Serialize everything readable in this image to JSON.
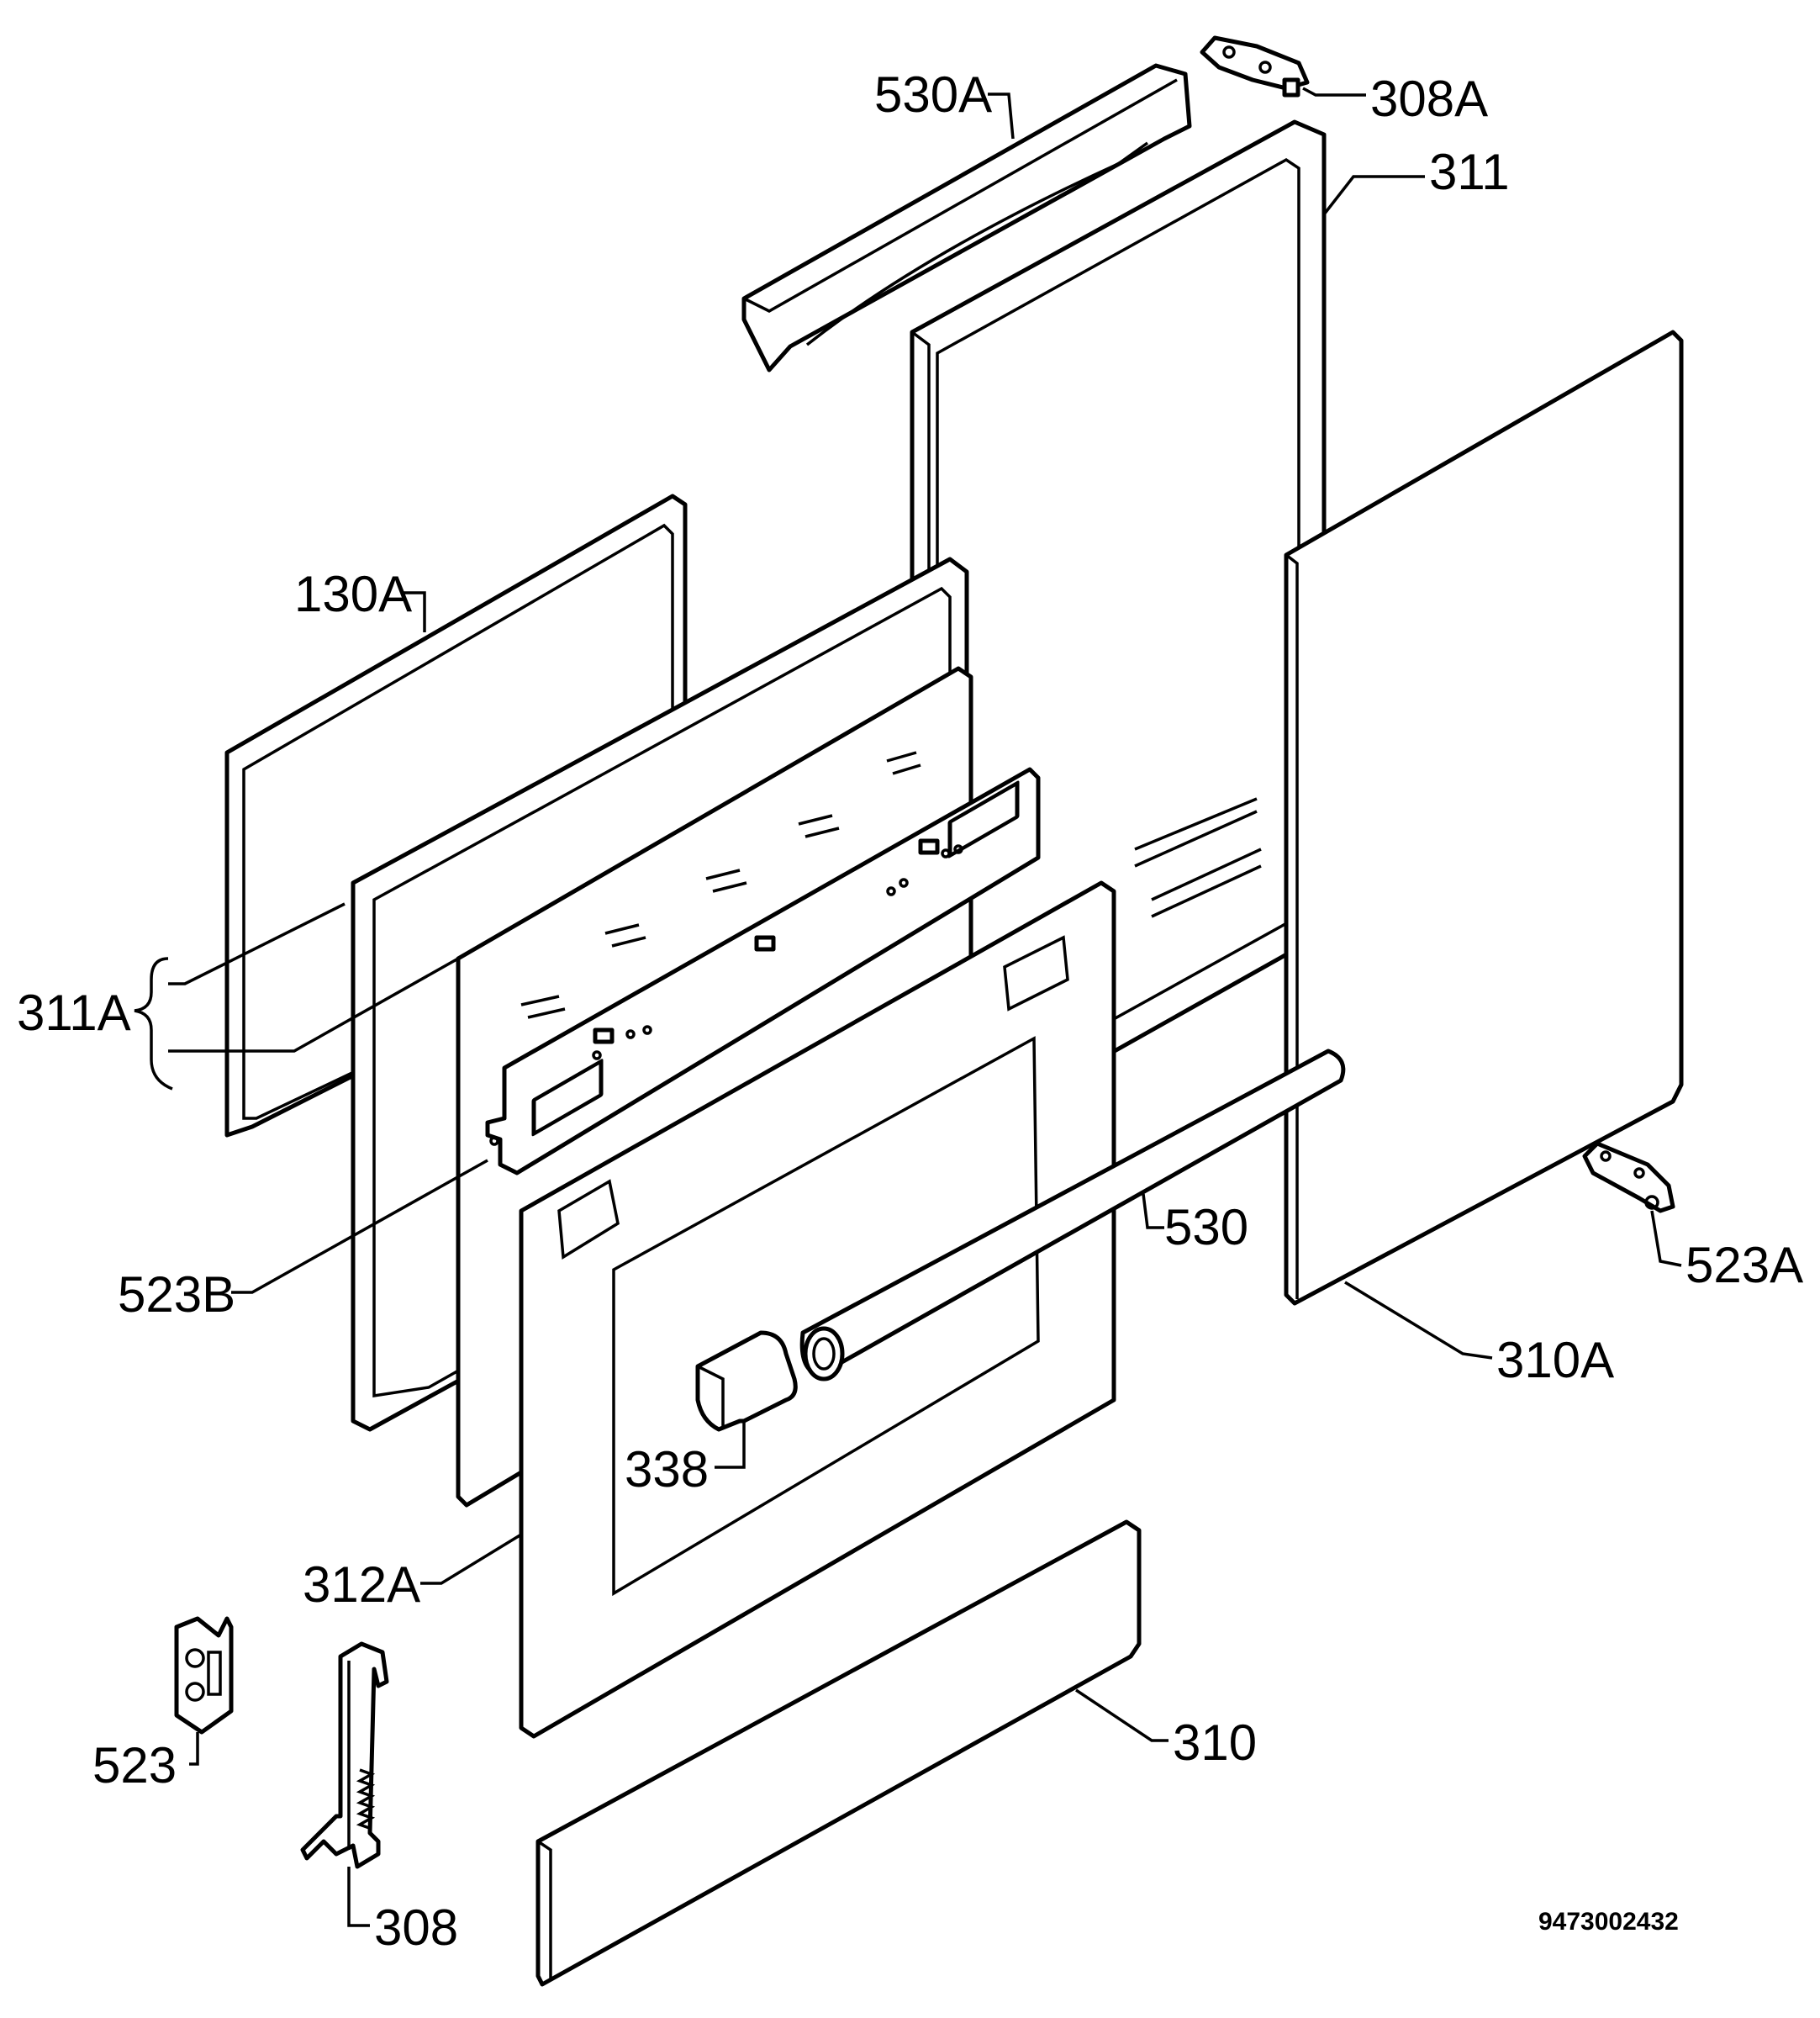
{
  "diagram_number": "9473002432",
  "callouts": {
    "p530A": "530A",
    "p308A": "308A",
    "p311": "311",
    "p130A": "130A",
    "p311A": "311A",
    "p523B": "523B",
    "p530": "530",
    "p523A": "523A",
    "p310A": "310A",
    "p338": "338",
    "p312A": "312A",
    "p523": "523",
    "p310": "310",
    "p308": "308"
  }
}
